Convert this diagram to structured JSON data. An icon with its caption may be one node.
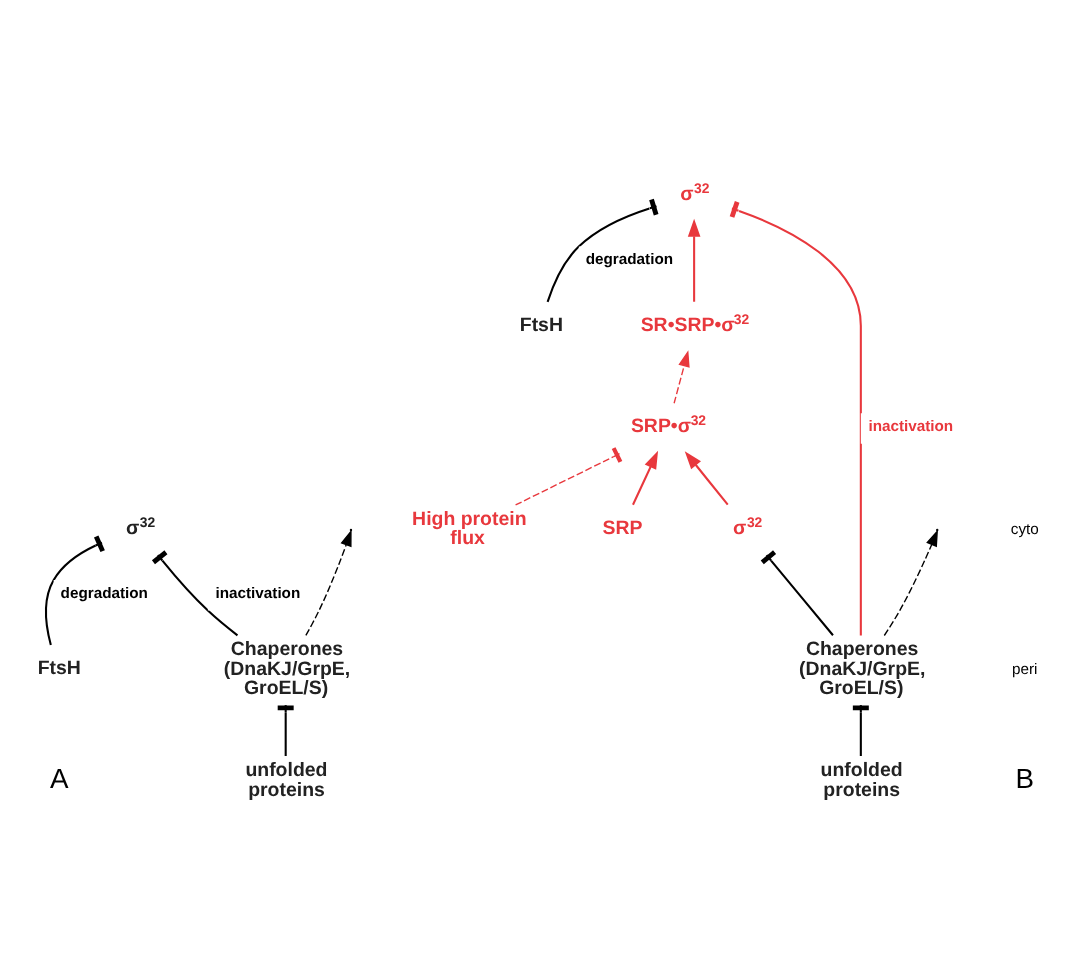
{
  "diagram": {
    "nodes": [
      {
        "text": [
          "σ$^{32}$"
        ]
      },
      {
        "text": [
          "FtsH"
        ]
      },
      {
        "text": [
          "Chaperones (DnaKJ/GrpE, GroEL/S)"
        ]
      },
      {
        "text": [
          "unfolded proteins"
        ]
      },
      {
        "text": [
          "SR•SRP•σ$^{32}$"
        ]
      },
      {
        "text": [
          "σ$^{32}$"
        ]
      },
      {
        "text": [
          "FtsH"
        ]
      },
      {
        "text": [
          "SRP•σ$^{32}$"
        ]
      },
      {
        "text": [
          "SRP"
        ]
      },
      {
        "text": [
          "σ$^{32}$"
        ]
      },
      {
        "text": [
          "Chaperones (DnaKJ/GrpE, GroEL/S)"
        ]
      },
      {
        "text": [
          "unfolded proteins"
        ]
      },
      {
        "text": [
          "High protein flux"
        ]
      }
    ],
    "edges": [
      {
        "from": 1,
        "to": 0,
        "arrow": "other",
        "label": "degradation"
      },
      {
        "from": 2,
        "to": 0,
        "arrow": "other",
        "label": "inactivation"
      },
      {
        "from": 2,
        "to": null,
        "arrow": "to",
        "style": "dashed"
      },
      {
        "from": 3,
        "to": 2,
        "arrow": "other"
      },
      {
        "from": 4,
        "to": 5,
        "arrow": "to",
        "color": "#e8383d"
      },
      {
        "from": 6,
        "to": 5,
        "arrow": "other",
        "label": "degradation"
      },
      {
        "from": 10,
        "to": 5,
        "arrow": "other",
        "label": "inactivation",
        "color": "#e8383d"
      },
      {
        "from": 10,
        "to": null,
        "arrow": "to",
        "style": "dashed"
      },
      {
        "from": 11,
        "to": 10,
        "arrow": "other"
      },
      {
        "from": 10,
        "to": 9,
        "arrow": "other"
      },
      {
        "from": 8,
        "to": 7,
        "arrow": "to",
        "color": "#e8383d"
      },
      {
        "from": 9,
        "to": 7,
        "arrow": "to",
        "color": "#e8383d"
      },
      {
        "from": 7,
        "to": 4,
        "arrow": "to",
        "style": "dashed",
        "color": "#e8383d"
      },
      {
        "from": 12,
        "to": 7,
        "arrow": "other",
        "style": "dashed",
        "color": "#e8383d"
      }
    ],
    "labels": [
      "A",
      "B",
      "peri",
      "cyto"
    ]
  }
}
